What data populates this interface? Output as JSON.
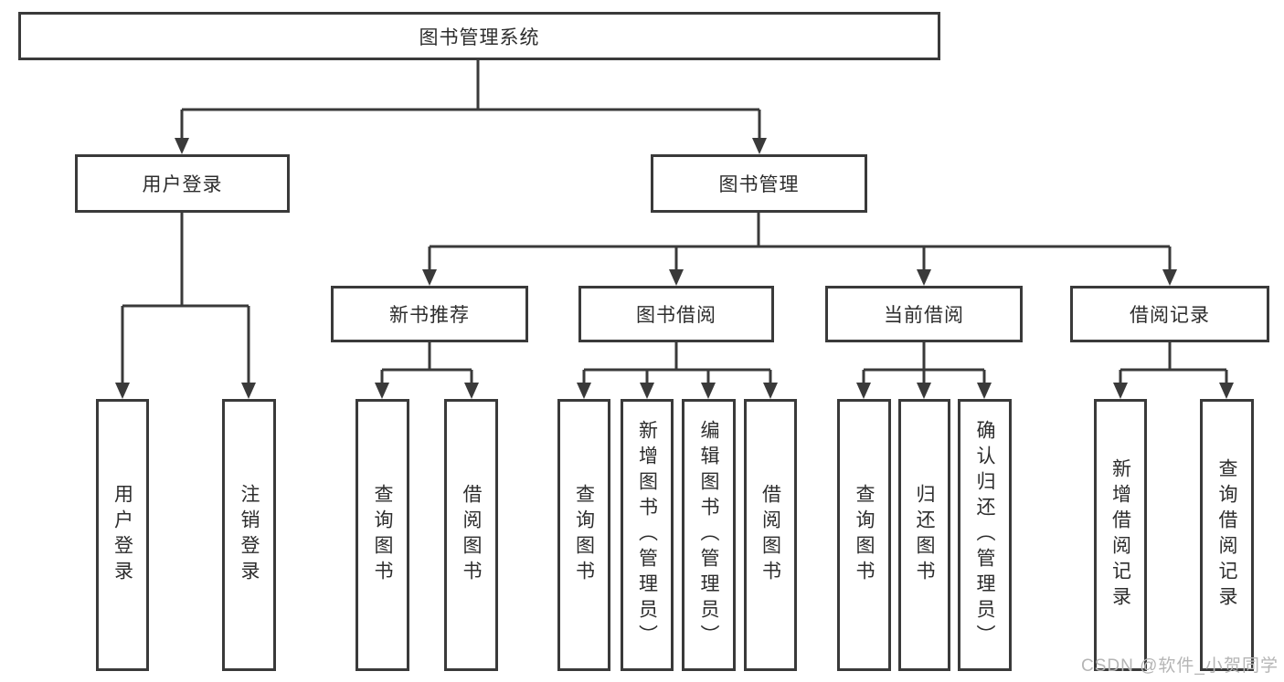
{
  "colors": {
    "line": "#3a3a3a",
    "text": "#2d2d2d",
    "box_bg": "#ffffff",
    "background": "#ffffff",
    "watermark": "#b5b5b5"
  },
  "nodes": {
    "root": "图书管理系统",
    "user_login": "用户登录",
    "book_mgmt": "图书管理",
    "new_books": "新书推荐",
    "book_borrow": "图书借阅",
    "current_borrow": "当前借阅",
    "borrow_records": "借阅记录",
    "leaf_user_login": "用户登录",
    "leaf_logout": "注销登录",
    "leaf_nb_query": "查询图书",
    "leaf_nb_borrow": "借阅图书",
    "leaf_bb_query": "查询图书",
    "leaf_bb_add": "新增图书（管理员）",
    "leaf_bb_edit": "编辑图书（管理员）",
    "leaf_bb_borrow": "借阅图书",
    "leaf_cb_query": "查询图书",
    "leaf_cb_return": "归还图书",
    "leaf_cb_confirm": "确认归还（管理员）",
    "leaf_br_add": "新增借阅记录",
    "leaf_br_query": "查询借阅记录"
  },
  "watermark": {
    "text": "CSDN @软件_小贺同学"
  }
}
